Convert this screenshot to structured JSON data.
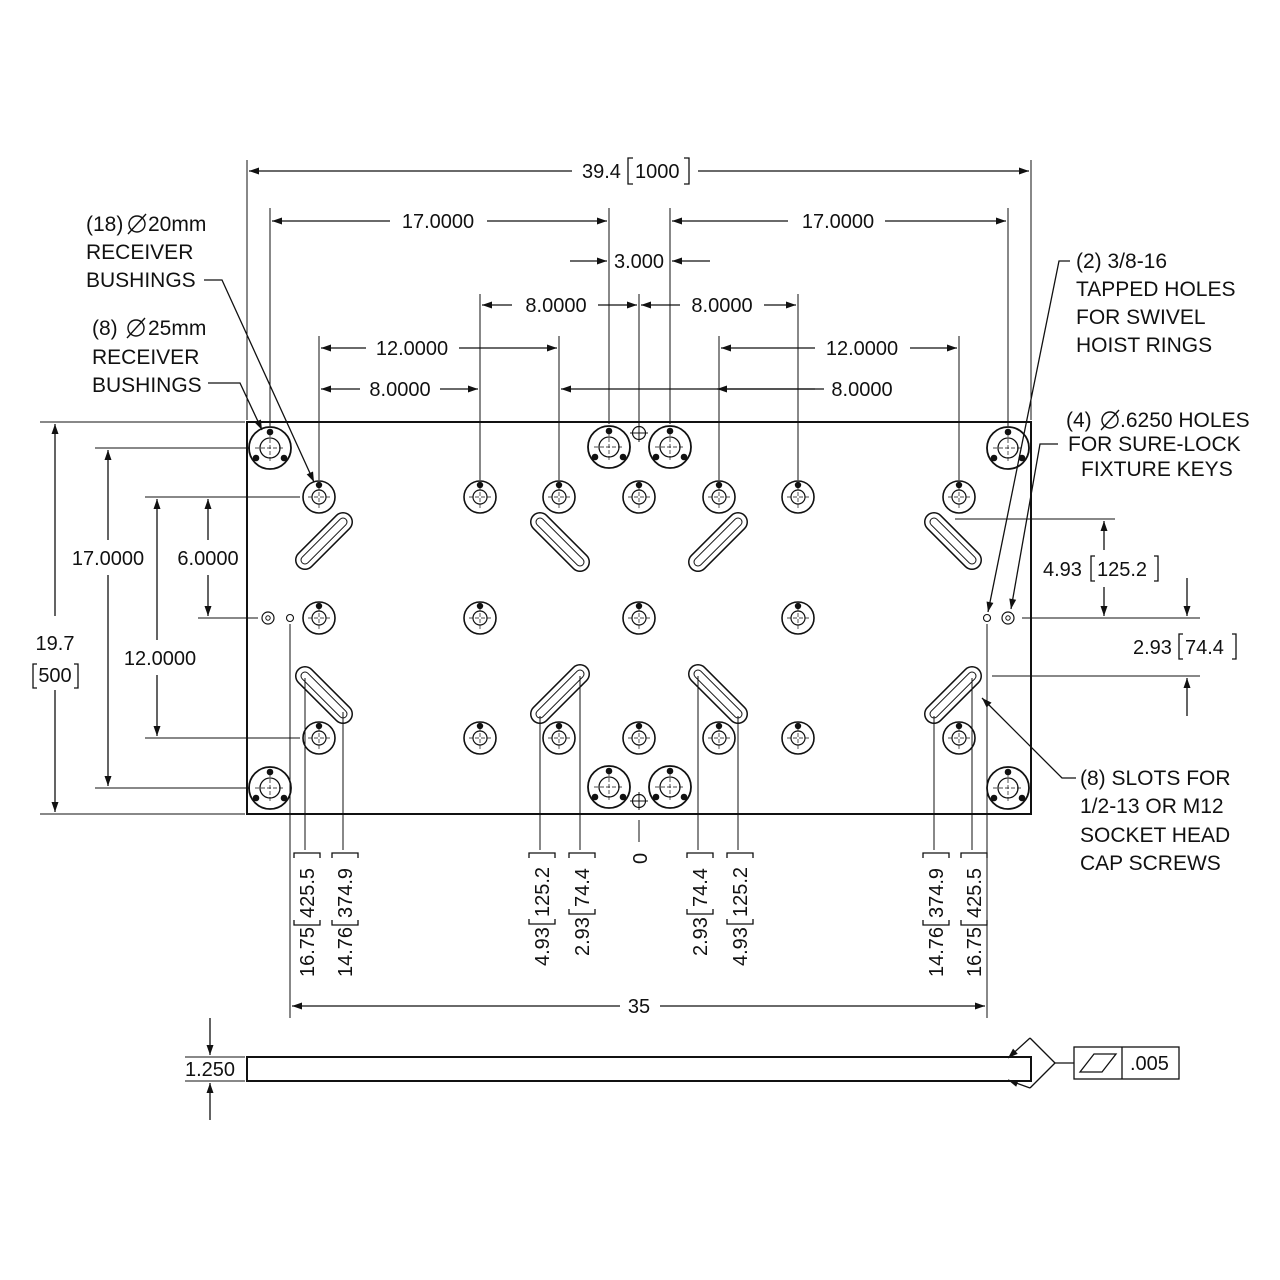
{
  "overall": {
    "width_in": "39.4",
    "width_mm": "1000",
    "height_in": "19.7",
    "height_mm": "500",
    "thickness": "1.250"
  },
  "top_dims": {
    "left_17": "17.0000",
    "right_17": "17.0000",
    "center_3": "3.000",
    "left_8_upper": "8.0000",
    "right_8_upper": "8.0000",
    "left_12": "12.0000",
    "right_12": "12.0000",
    "left_8_lower": "8.0000",
    "right_8_lower": "8.0000"
  },
  "left_dims": {
    "v17": "17.0000",
    "v6": "6.0000",
    "v12": "12.0000"
  },
  "right_dims": {
    "d493_in": "4.93",
    "d493_mm": "125.2",
    "d293_in": "2.93",
    "d293_mm": "74.4"
  },
  "bottom_dims": {
    "d1675_in": "16.75",
    "d1675_mm": "425.5",
    "d1476_in": "14.76",
    "d1476_mm": "374.9",
    "d493_in": "4.93",
    "d493_mm": "125.2",
    "d293_in": "2.93",
    "d293_mm": "74.4",
    "zero": "0",
    "span": "35"
  },
  "notes": {
    "bushings_20": [
      "(18)",
      "20mm",
      "RECEIVER",
      "BUSHINGS"
    ],
    "bushings_25": [
      "(8)",
      "25mm",
      "RECEIVER",
      "BUSHINGS"
    ],
    "tapped": [
      "(2) 3/8-16",
      "TAPPED HOLES",
      "FOR SWIVEL",
      "HOIST RINGS"
    ],
    "keys": [
      "(4)",
      ".6250 HOLES",
      "FOR SURE-LOCK",
      "FIXTURE KEYS"
    ],
    "slots": [
      "(8) SLOTS FOR",
      "1/2-13 OR M12",
      "SOCKET HEAD",
      "CAP SCREWS"
    ]
  },
  "flatness": {
    "symbol": "flatness-icon",
    "tolerance": ".005"
  },
  "colors": {
    "line": "#111111",
    "background": "#ffffff"
  }
}
